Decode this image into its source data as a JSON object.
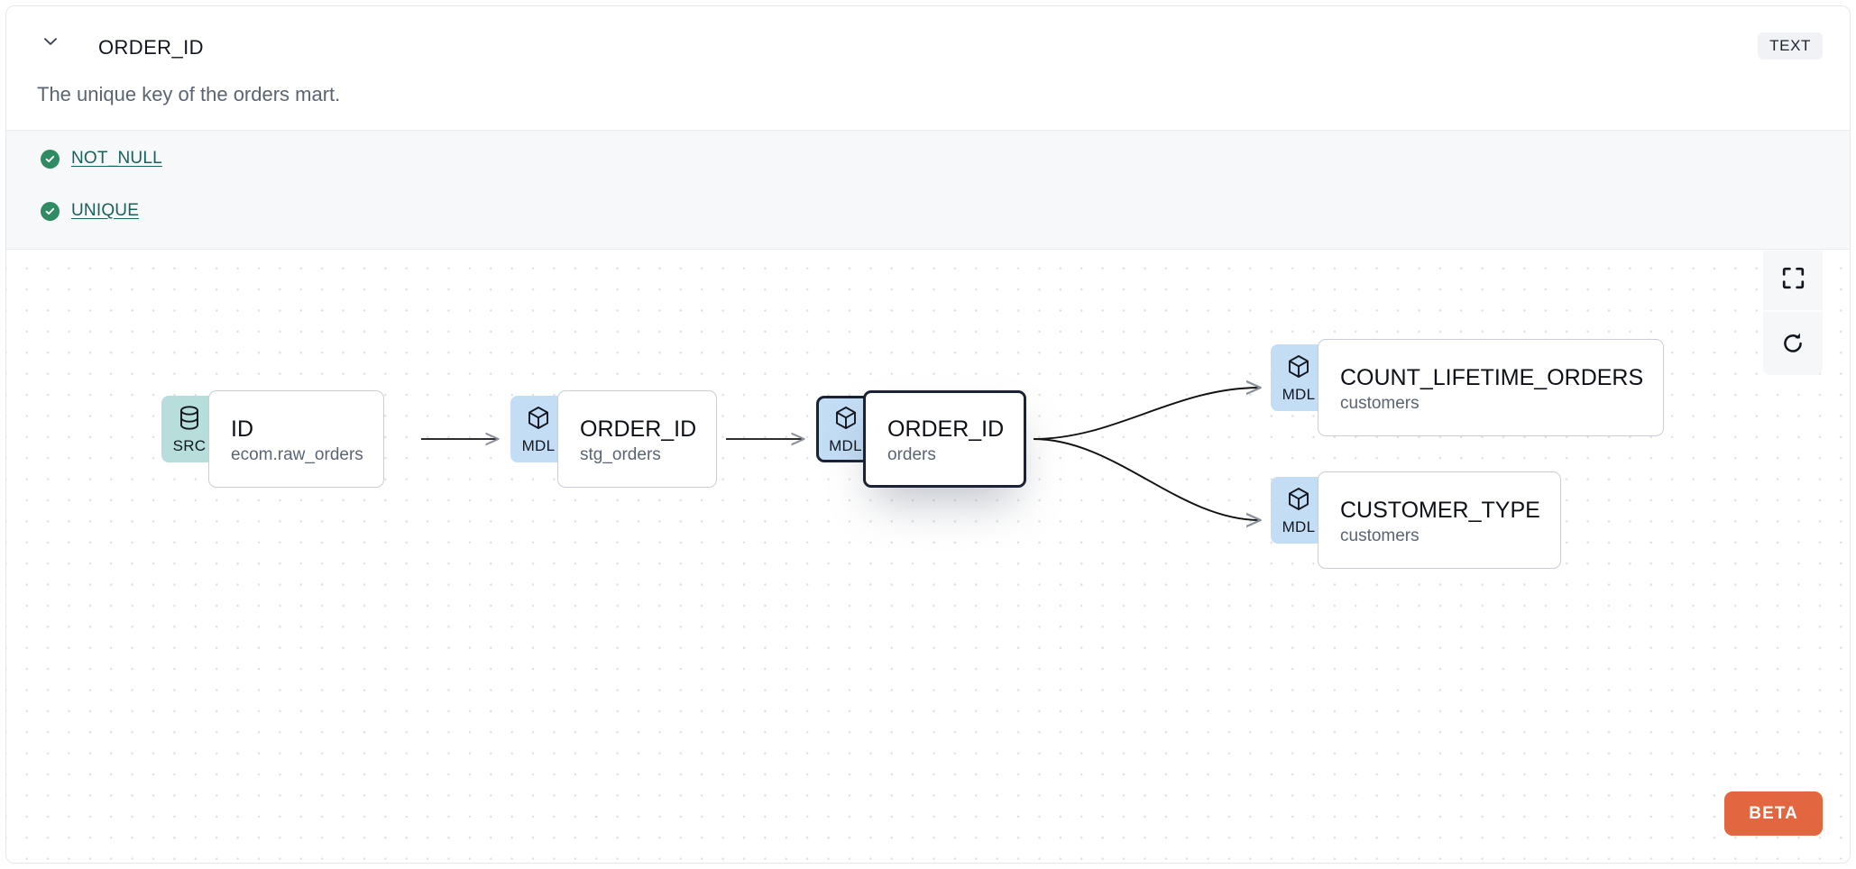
{
  "header": {
    "collapse_icon": "chevron-down-icon",
    "column_name": "ORDER_ID",
    "data_type_badge": "TEXT",
    "description": "The unique key of the orders mart."
  },
  "tests": {
    "items": [
      {
        "status_icon": "check-circle-icon",
        "label": "NOT_NULL",
        "status": "passed"
      },
      {
        "status_icon": "check-circle-icon",
        "label": "UNIQUE",
        "status": "passed"
      }
    ]
  },
  "lineage": {
    "nodes": [
      {
        "id": "src",
        "badge": "SRC",
        "badge_icon": "database-icon",
        "name": "ID",
        "resource": "ecom.raw_orders",
        "selected": false
      },
      {
        "id": "stg",
        "badge": "MDL",
        "badge_icon": "cube-icon",
        "name": "ORDER_ID",
        "resource": "stg_orders",
        "selected": false
      },
      {
        "id": "orders",
        "badge": "MDL",
        "badge_icon": "cube-icon",
        "name": "ORDER_ID",
        "resource": "orders",
        "selected": true
      },
      {
        "id": "count",
        "badge": "MDL",
        "badge_icon": "cube-icon",
        "name": "COUNT_LIFETIME_ORDERS",
        "resource": "customers",
        "selected": false
      },
      {
        "id": "ctype",
        "badge": "MDL",
        "badge_icon": "cube-icon",
        "name": "CUSTOMER_TYPE",
        "resource": "customers",
        "selected": false
      }
    ],
    "edges": [
      {
        "from": "src",
        "to": "stg"
      },
      {
        "from": "stg",
        "to": "orders"
      },
      {
        "from": "orders",
        "to": "count"
      },
      {
        "from": "orders",
        "to": "ctype"
      }
    ],
    "controls": [
      {
        "name": "fit-view-button",
        "icon": "fullscreen-icon"
      },
      {
        "name": "reset-button",
        "icon": "refresh-icon"
      }
    ],
    "beta_badge": "BETA"
  },
  "colors": {
    "source_badge": "#b7dedb",
    "model_badge": "#c3ddf5",
    "test_pass": "#2e8b62",
    "test_link": "#18615c",
    "beta": "#e2663f",
    "selected_border": "#1b2233"
  }
}
